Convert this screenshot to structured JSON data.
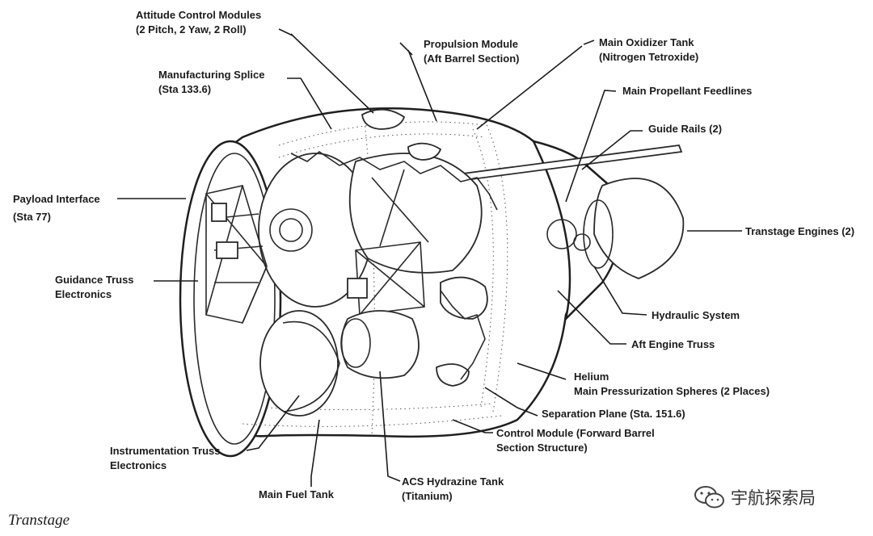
{
  "labels": {
    "attitude_control": {
      "line1": "Attitude Control Modules",
      "line2": "(2 Pitch, 2 Yaw, 2 Roll)"
    },
    "propulsion_module": {
      "line1": "Propulsion Module",
      "line2": "(Aft Barrel Section)"
    },
    "main_oxidizer": {
      "line1": "Main Oxidizer Tank",
      "line2": "(Nitrogen Tetroxide)"
    },
    "manufacturing_splice": {
      "line1": "Manufacturing Splice",
      "line2": "(Sta 133.6)"
    },
    "main_propellant_feedlines": {
      "line1": "Main Propellant Feedlines"
    },
    "guide_rails": {
      "line1": "Guide Rails (2)"
    },
    "payload_interface": {
      "line1": "Payload Interface",
      "line2": "(Sta 77)"
    },
    "transtage_engines": {
      "line1": "Transtage Engines (2)"
    },
    "guidance_truss": {
      "line1": "Guidance Truss",
      "line2": "Electronics"
    },
    "hydraulic_system": {
      "line1": "Hydraulic System"
    },
    "aft_engine_truss": {
      "line1": "Aft Engine Truss"
    },
    "helium": {
      "line1": "Helium",
      "line2": "Main Pressurization Spheres (2 Places)"
    },
    "separation_plane": {
      "line1": "Separation Plane (Sta. 151.6)"
    },
    "control_module": {
      "line1": "Control Module (Forward Barrel",
      "line2": "Section Structure)"
    },
    "instrumentation_truss": {
      "line1": "Instrumentation Truss",
      "line2": "Electronics"
    },
    "acs_hydrazine": {
      "line1": "ACS Hydrazine Tank",
      "line2": "(Titanium)"
    },
    "main_fuel_tank": {
      "line1": "Main Fuel Tank"
    }
  },
  "caption": "Transtage",
  "watermark": "宇航探索局"
}
